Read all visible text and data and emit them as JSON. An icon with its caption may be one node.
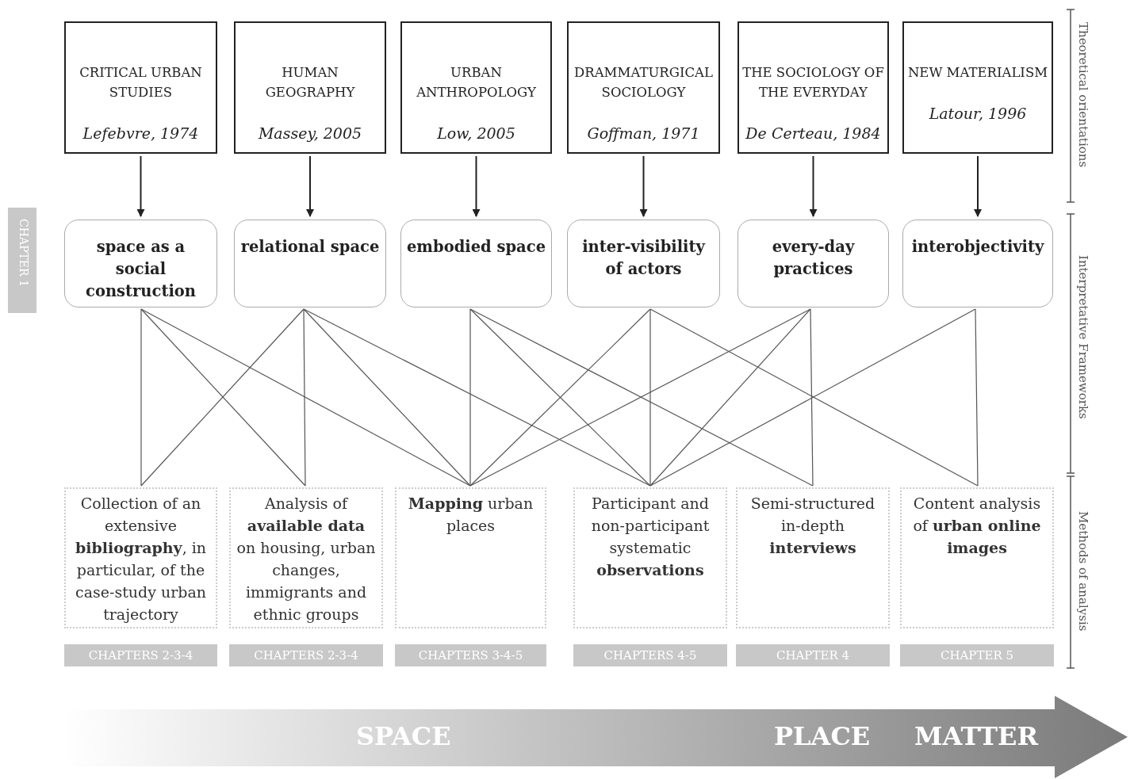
{
  "diagram": {
    "nodes": [
      {
        "text": [
          "CRITICAL URBAN STUDIES",
          "Lefebvre, 1974"
        ]
      },
      {
        "text": [
          "HUMAN GEOGRAPHY",
          "Massey, 2005"
        ]
      },
      {
        "text": [
          "URBAN ANTHROPOLOGY",
          "Low, 2005"
        ]
      },
      {
        "text": [
          "DRAMMATURGICAL SOCIOLOGY",
          "Goffman, 1971"
        ]
      },
      {
        "text": [
          "THE SOCIOLOGY OF THE EVERYDAY",
          "De Certeau, 1984"
        ]
      },
      {
        "text": [
          "NEW MATERIALISM",
          "Latour, 1996"
        ]
      },
      {
        "text": [
          "space as a social construction"
        ]
      },
      {
        "text": [
          "relational space"
        ]
      },
      {
        "text": [
          "embodied space"
        ]
      },
      {
        "text": [
          "inter-visibility of actors"
        ]
      },
      {
        "text": [
          "every-day practices"
        ]
      },
      {
        "text": [
          "interobjectivity"
        ]
      },
      {
        "text": [
          "Collection of an extensive **bibliography**, in particular, of the case-study urban trajectory"
        ],
        "beside": [
          "CHAPTERS 2-3-4"
        ]
      },
      {
        "text": [
          "Analysis of **available data** on housing, urban changes, immigrants and ethnic groups"
        ],
        "beside": [
          "CHAPTERS 2-3-4"
        ]
      },
      {
        "text": [
          "**Mapping** urban places"
        ],
        "beside": [
          "CHAPTERS 3-4-5"
        ]
      },
      {
        "text": [
          "Participant and non-participant systematic **observations**"
        ],
        "beside": [
          "CHAPTERS 4-5"
        ]
      },
      {
        "text": [
          "Semi-structured in-depth **interviews**"
        ],
        "beside": [
          "CHAPTER 4"
        ]
      },
      {
        "text": [
          "Content analysis of **urban online images**"
        ],
        "beside": [
          "CHAPTER 5"
        ]
      }
    ],
    "edges": [
      {
        "from": 0,
        "to": 6,
        "arrow": "to"
      },
      {
        "from": 1,
        "to": 7,
        "arrow": "to"
      },
      {
        "from": 2,
        "to": 8,
        "arrow": "to"
      },
      {
        "from": 3,
        "to": 9,
        "arrow": "to"
      },
      {
        "from": 4,
        "to": 10,
        "arrow": "to"
      },
      {
        "from": 5,
        "to": 11,
        "arrow": "to"
      },
      {
        "from": 6,
        "to": 12,
        "arrow": "none"
      },
      {
        "from": 6,
        "to": 13,
        "arrow": "none"
      },
      {
        "from": 6,
        "to": 14,
        "arrow": "none"
      },
      {
        "from": 7,
        "to": 12,
        "arrow": "none"
      },
      {
        "from": 7,
        "to": 13,
        "arrow": "none"
      },
      {
        "from": 7,
        "to": 14,
        "arrow": "none"
      },
      {
        "from": 7,
        "to": 15,
        "arrow": "none"
      },
      {
        "from": 8,
        "to": 14,
        "arrow": "none"
      },
      {
        "from": 8,
        "to": 15,
        "arrow": "none"
      },
      {
        "from": 8,
        "to": 16,
        "arrow": "none"
      },
      {
        "from": 9,
        "to": 14,
        "arrow": "none"
      },
      {
        "from": 9,
        "to": 15,
        "arrow": "none"
      },
      {
        "from": 9,
        "to": 17,
        "arrow": "none"
      },
      {
        "from": 10,
        "to": 14,
        "arrow": "none"
      },
      {
        "from": 10,
        "to": 15,
        "arrow": "none"
      },
      {
        "from": 10,
        "to": 16,
        "arrow": "none"
      },
      {
        "from": 11,
        "to": 15,
        "arrow": "none"
      },
      {
        "from": 11,
        "to": 17,
        "arrow": "none"
      }
    ],
    "labels": [
      "Theoretical orientations",
      "CHAPTER 1",
      "Interpretative Frameworks",
      "Methods of analysis",
      "SPACE",
      "PLACE",
      "MATTER"
    ]
  }
}
